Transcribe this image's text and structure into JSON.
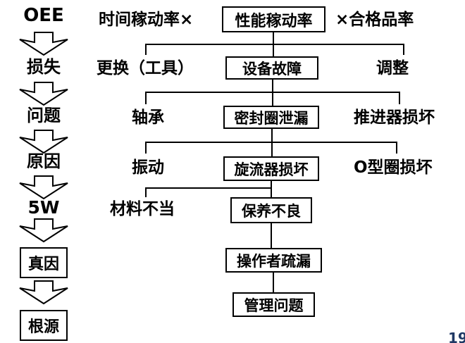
{
  "colors": {
    "background": "#ffffff",
    "text": "#000000",
    "line": "#000000",
    "box_fill": "#ffffff",
    "page_number": "#1f3864"
  },
  "left_column": {
    "items": [
      {
        "label": "OEE",
        "boxed": false
      },
      {
        "label": "损失",
        "boxed": false
      },
      {
        "label": "问题",
        "boxed": false
      },
      {
        "label": "原因",
        "boxed": false
      },
      {
        "label": "5W",
        "boxed": false
      },
      {
        "label": "真因",
        "boxed": true
      },
      {
        "label": "根源",
        "boxed": true
      }
    ]
  },
  "tree": {
    "row1": {
      "left": "时间稼动率×",
      "center": "性能稼动率",
      "right": "×合格品率"
    },
    "row2": {
      "left": "更换（工具）",
      "center": "设备故障",
      "right": "调整"
    },
    "row3": {
      "left": "轴承",
      "center": "密封圈泄漏",
      "right": "推进器损坏"
    },
    "row4": {
      "left": "振动",
      "center": "旋流器损坏",
      "right": "O型圈损坏"
    },
    "row5": {
      "left": "材料不当",
      "center": "保养不良"
    },
    "row6": {
      "center": "操作者疏漏"
    },
    "row7": {
      "center": "管理问题"
    }
  },
  "footer": {
    "page_number": "19"
  }
}
